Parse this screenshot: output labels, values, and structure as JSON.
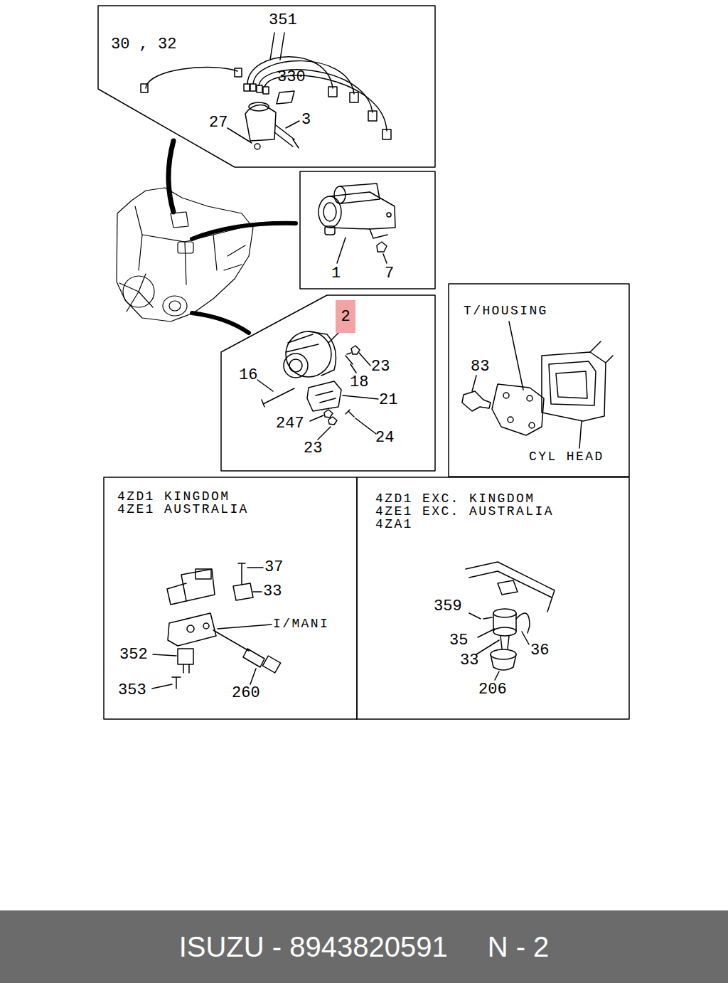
{
  "diagram": {
    "nodes": [
      {
        "text": [
          "2"
        ]
      },
      {
        "text": [
          "ISUZU - 8943820591",
          "N - 2"
        ]
      }
    ],
    "labels": [
      "351",
      "30 , 32",
      "330",
      "27",
      "3",
      "1",
      "7",
      "16",
      "18",
      "23",
      "21",
      "247",
      "23",
      "24",
      "T/HOUSING",
      "83",
      "CYL HEAD",
      "4ZD1 KINGDOM 4ZE1 AUSTRALIA",
      "4ZD1 EXC. KINGDOM 4ZE1 EXC. AUSTRALIA 4ZA1",
      "37",
      "33",
      "I/MANI",
      "352",
      "353",
      "260",
      "359",
      "35",
      "36",
      "33",
      "206"
    ]
  }
}
